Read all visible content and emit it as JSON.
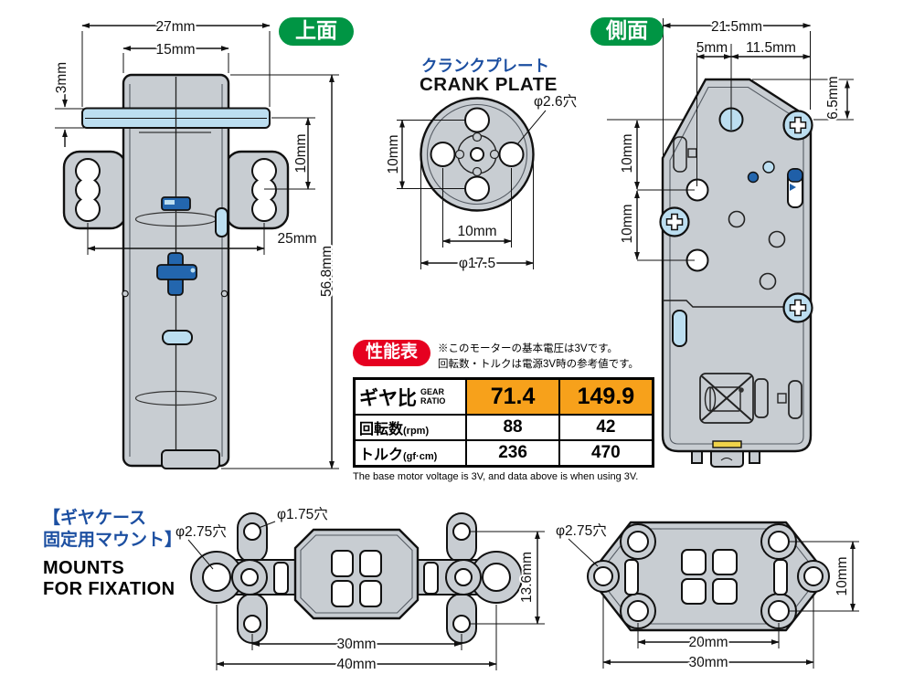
{
  "colors": {
    "badge_green": "#009544",
    "badge_red": "#E60020",
    "table_orange": "#F7A11B",
    "part_gray": "#C8CDD2",
    "part_light_blue": "#BCDEF0",
    "part_blue": "#2366AE",
    "heading_blue": "#1C4FA1"
  },
  "badges": {
    "top_view": "上面",
    "side_view": "側面"
  },
  "top_view": {
    "dims": {
      "outer_width": "27mm",
      "body_width": "15mm",
      "flange_thickness": "3mm",
      "flange_to_hole": "10mm",
      "mount_hole_spacing": "25mm",
      "total_length": "56.8mm"
    }
  },
  "crank_plate": {
    "title_jp": "クランクプレート",
    "title_en": "CRANK PLATE",
    "hole_label": "φ2.6穴",
    "dims": {
      "vertical_pitch": "10mm",
      "horizontal_pitch": "10mm",
      "outer_diameter": "φ17.5"
    }
  },
  "side_view": {
    "dims": {
      "overall_width": "21.5mm",
      "shaft_offset": "5mm",
      "shaft_to_edge": "11.5mm",
      "top_to_shaft": "6.5mm",
      "hole_pitch_upper": "10mm",
      "hole_pitch_lower": "10mm"
    }
  },
  "performance": {
    "badge": "性能表",
    "note_line1": "※このモーターの基本電圧は3Vです。",
    "note_line2": "回転数・トルクは電源3V時の参考値です。",
    "table": {
      "gear_label_jp": "ギヤ比",
      "gear_label_en_line1": "GEAR",
      "gear_label_en_line2": "RATIO",
      "gear_ratios": [
        "71.4",
        "149.9"
      ],
      "rows": [
        {
          "label": "回転数",
          "unit": "(rpm)",
          "values": [
            "88",
            "42"
          ]
        },
        {
          "label": "トルク",
          "unit": "(gf·cm)",
          "values": [
            "236",
            "470"
          ]
        }
      ]
    },
    "footer": "The base motor voltage is 3V, and data above is when using 3V."
  },
  "mounts": {
    "title_jp_line1": "【ギヤケース",
    "title_jp_line2": "固定用マウント】",
    "title_en_line1": "MOUNTS",
    "title_en_line2": "FOR FIXATION",
    "left": {
      "hole_large_label": "φ2.75穴",
      "hole_small_label": "φ1.75穴",
      "dims": {
        "inner_span": "30mm",
        "outer_span": "40mm",
        "height": "13.6mm"
      }
    },
    "right": {
      "hole_label": "φ2.75穴",
      "dims": {
        "inner_span": "20mm",
        "outer_span": "30mm",
        "height": "10mm"
      }
    }
  }
}
